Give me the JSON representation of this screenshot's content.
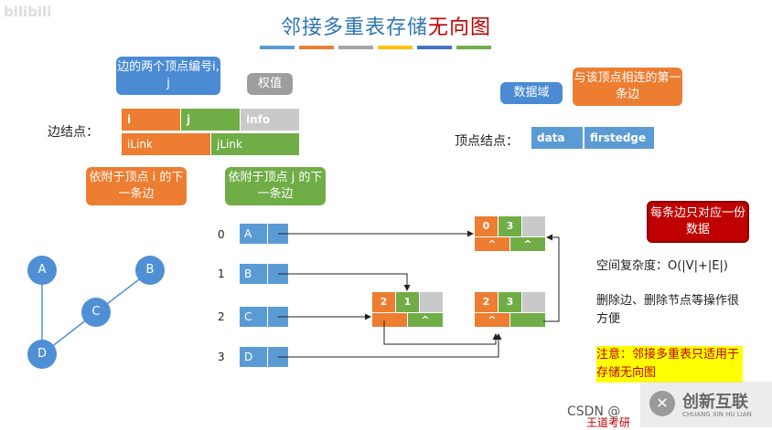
{
  "watermark_top": "bilibili",
  "title_prefix": "邻接多重表存储",
  "title_highlight": "无向图",
  "colors": {
    "blue": "#5b9bd5",
    "orange": "#ed7d31",
    "green": "#70ad47",
    "gray": "#c9c9c9",
    "red": "#c00000",
    "yellow": "#ffff00"
  },
  "edge_node": {
    "label": "边结点：",
    "fields": [
      "i",
      "j",
      "info",
      "iLink",
      "jLink"
    ],
    "callout_vertex_no": "边的两个顶点编号i, j",
    "callout_weight": "权值",
    "callout_ilink": "依附于顶点 i 的下一条边",
    "callout_jlink": "依附于顶点 j 的下一条边"
  },
  "vertex_node": {
    "label": "顶点结点：",
    "fields": [
      "data",
      "firstedge"
    ],
    "callout_data": "数据域",
    "callout_first": "与该顶点相连的第一条边"
  },
  "graph_vertices": [
    "A",
    "B",
    "C",
    "D"
  ],
  "vertex_table": {
    "indices": [
      "0",
      "1",
      "2",
      "3"
    ],
    "data": [
      "A",
      "B",
      "C",
      "D"
    ]
  },
  "edge_nodes": [
    {
      "i": "0",
      "j": "3",
      "ilink": "^",
      "jlink": "^"
    },
    {
      "i": "2",
      "j": "1",
      "ilink": "",
      "jlink": "^"
    },
    {
      "i": "2",
      "j": "3",
      "ilink": "^",
      "jlink": ""
    }
  ],
  "notes": {
    "callout_red": "每条边只对应一份数据",
    "space": "空间复杂度：O(|V|+|E|)",
    "delete": "删除边、删除节点等操作很方便",
    "warning": "注意：邻接多重表只适用于存储无向图"
  },
  "watermark_csdn": "CSDN @",
  "watermark_wd": "王道考研",
  "logo_text": "创新互联",
  "logo_sub": "CHUANG XIN HU LIAN"
}
